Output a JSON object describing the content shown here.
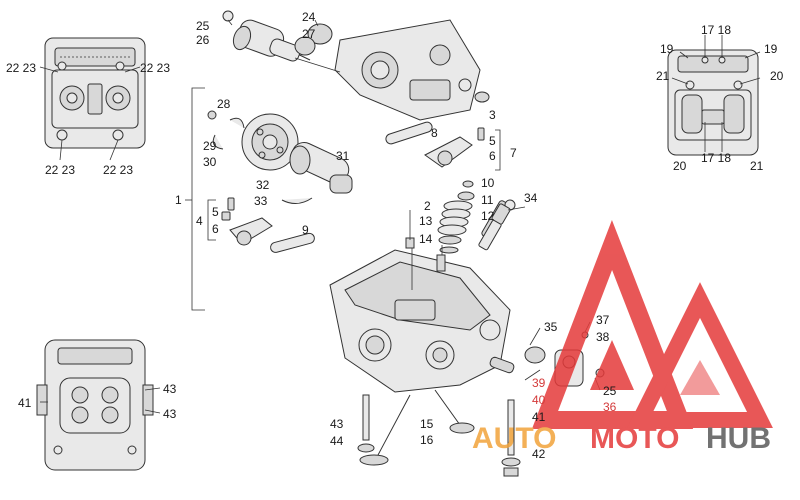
{
  "labels": {
    "n1": "1",
    "n2": "2",
    "n3": "3",
    "n4": "4",
    "n5": "5",
    "n6": "6",
    "n7": "7",
    "n8": "8",
    "n9": "9",
    "n10": "10",
    "n11": "11",
    "n12": "12",
    "n13": "13",
    "n14": "14",
    "n15": "15",
    "n16": "16",
    "n1718": "17 18",
    "n19": "19",
    "n20": "20",
    "n21": "21",
    "n2223": "22 23",
    "n24": "24",
    "n25": "25",
    "n26": "26",
    "n27": "27",
    "n28": "28",
    "n29": "29",
    "n30": "30",
    "n31": "31",
    "n32": "32",
    "n33": "33",
    "n34": "34",
    "n35": "35",
    "n36": "36",
    "n37": "37",
    "n38": "38",
    "n39": "39",
    "n40": "40",
    "n41": "41",
    "n42": "42",
    "n43": "43",
    "n44": "44"
  },
  "watermark": {
    "auto": "AUTO",
    "moto": "MOTO",
    "hub": "HUB",
    "colors": {
      "red": "#e53a3a",
      "orange": "#f2a33a",
      "gray": "#5a5a5a"
    }
  }
}
